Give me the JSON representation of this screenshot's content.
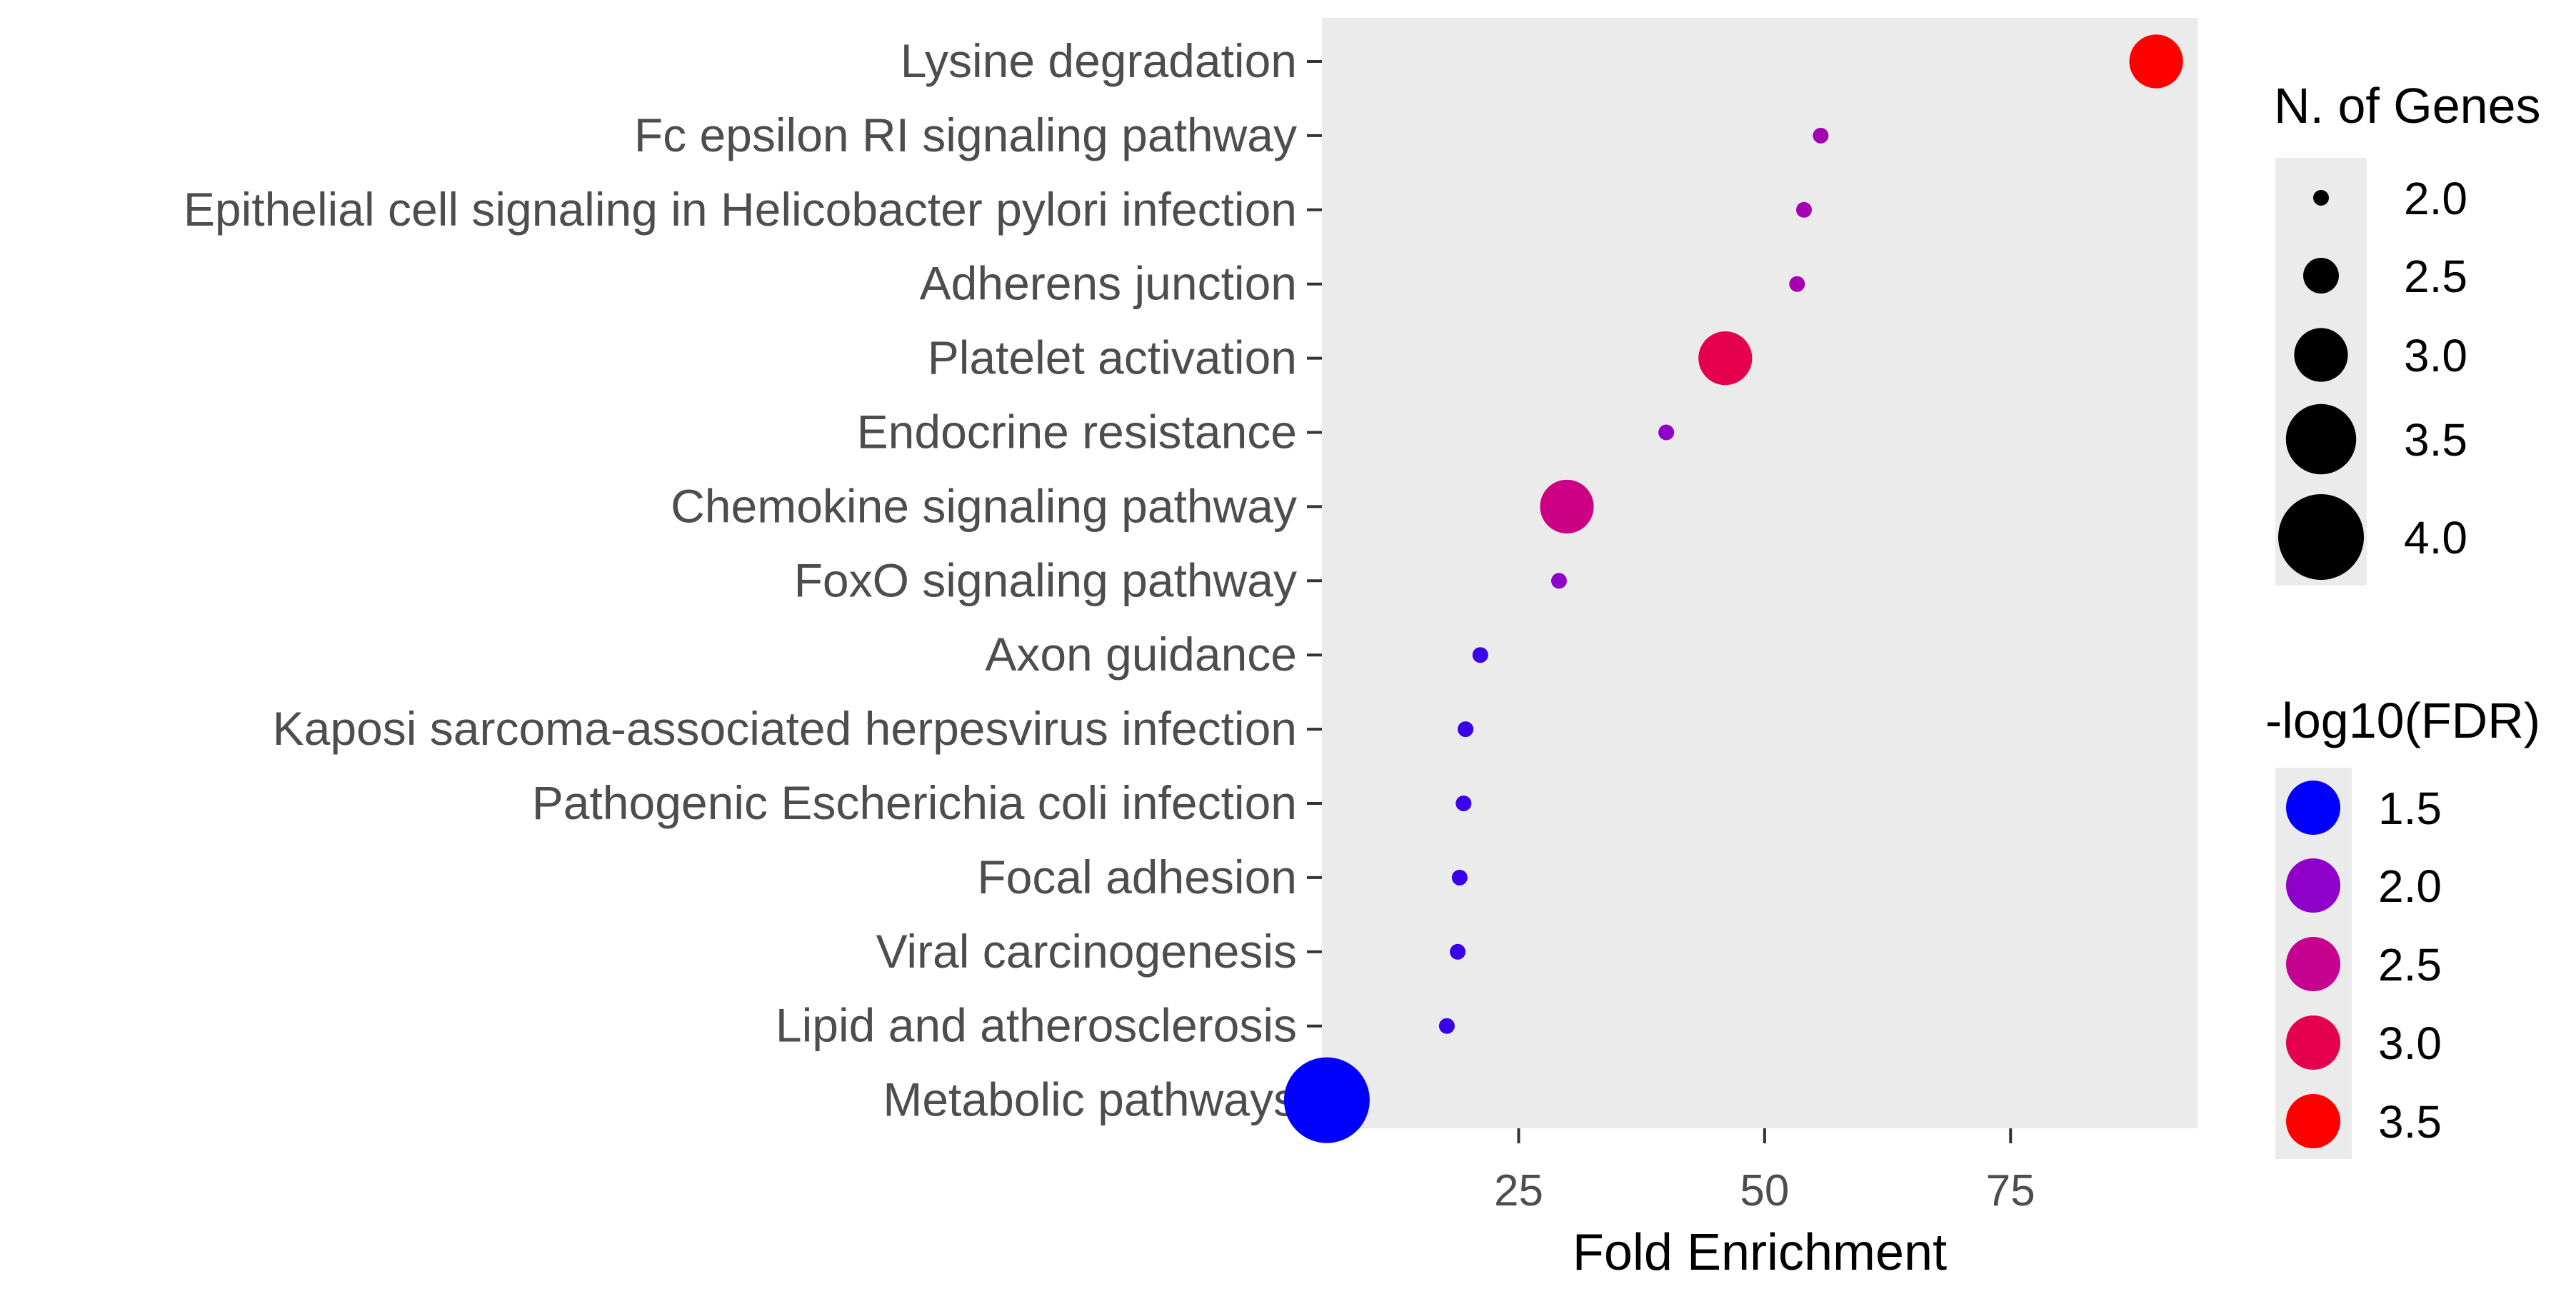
{
  "chart_data": {
    "type": "scatter",
    "xlabel": "Fold Enrichment",
    "x_ticks": [
      25,
      50,
      75
    ],
    "xlim": [
      5,
      94
    ],
    "categories": [
      "Lysine degradation",
      "Fc epsilon RI signaling pathway",
      "Epithelial cell signaling in Helicobacter pylori infection",
      "Adherens junction",
      "Platelet activation",
      "Endocrine resistance",
      "Chemokine signaling pathway",
      "FoxO signaling pathway",
      "Axon guidance",
      "Kaposi sarcoma-associated herpesvirus infection",
      "Pathogenic Escherichia coli infection",
      "Focal adhesion",
      "Viral carcinogenesis",
      "Lipid and atherosclerosis",
      "Metabolic pathways"
    ],
    "points": [
      {
        "category": "Lysine degradation",
        "fold_enrichment": 89.8,
        "n_genes": 3,
        "neg_log10_fdr": 3.5
      },
      {
        "category": "Fc epsilon RI signaling pathway",
        "fold_enrichment": 55.7,
        "n_genes": 2,
        "neg_log10_fdr": 2.2
      },
      {
        "category": "Epithelial cell signaling in Helicobacter pylori infection",
        "fold_enrichment": 54.0,
        "n_genes": 2,
        "neg_log10_fdr": 2.2
      },
      {
        "category": "Adherens junction",
        "fold_enrichment": 53.3,
        "n_genes": 2,
        "neg_log10_fdr": 2.2
      },
      {
        "category": "Platelet activation",
        "fold_enrichment": 46.0,
        "n_genes": 3,
        "neg_log10_fdr": 3.0
      },
      {
        "category": "Endocrine resistance",
        "fold_enrichment": 40.0,
        "n_genes": 2,
        "neg_log10_fdr": 2.0
      },
      {
        "category": "Chemokine signaling pathway",
        "fold_enrichment": 29.9,
        "n_genes": 3,
        "neg_log10_fdr": 2.6
      },
      {
        "category": "FoxO signaling pathway",
        "fold_enrichment": 29.1,
        "n_genes": 2,
        "neg_log10_fdr": 2.0
      },
      {
        "category": "Axon guidance",
        "fold_enrichment": 21.1,
        "n_genes": 2,
        "neg_log10_fdr": 1.7
      },
      {
        "category": "Kaposi sarcoma-associated herpesvirus infection",
        "fold_enrichment": 19.6,
        "n_genes": 2,
        "neg_log10_fdr": 1.7
      },
      {
        "category": "Pathogenic Escherichia coli infection",
        "fold_enrichment": 19.4,
        "n_genes": 2,
        "neg_log10_fdr": 1.7
      },
      {
        "category": "Focal adhesion",
        "fold_enrichment": 19.0,
        "n_genes": 2,
        "neg_log10_fdr": 1.7
      },
      {
        "category": "Viral carcinogenesis",
        "fold_enrichment": 18.8,
        "n_genes": 2,
        "neg_log10_fdr": 1.7
      },
      {
        "category": "Lipid and atherosclerosis",
        "fold_enrichment": 17.7,
        "n_genes": 2,
        "neg_log10_fdr": 1.7
      },
      {
        "category": "Metabolic pathways",
        "fold_enrichment": 5.5,
        "n_genes": 4,
        "neg_log10_fdr": 1.5
      }
    ],
    "size_legend": {
      "title": "N. of Genes",
      "values": [
        2.0,
        2.5,
        3.0,
        3.5,
        4.0
      ],
      "labels": [
        "2.0",
        "2.5",
        "3.0",
        "3.5",
        "4.0"
      ]
    },
    "color_legend": {
      "title": "-log10(FDR)",
      "values": [
        1.5,
        2.0,
        2.5,
        3.0,
        3.5
      ],
      "labels": [
        "1.5",
        "2.0",
        "2.5",
        "3.0",
        "3.5"
      ],
      "colors": [
        "#0000FF",
        "#8F00C9",
        "#C6008F",
        "#E4004D",
        "#FF0000"
      ]
    },
    "panel_background": "#EBEBEB",
    "grid": false,
    "legend_position": "right"
  }
}
